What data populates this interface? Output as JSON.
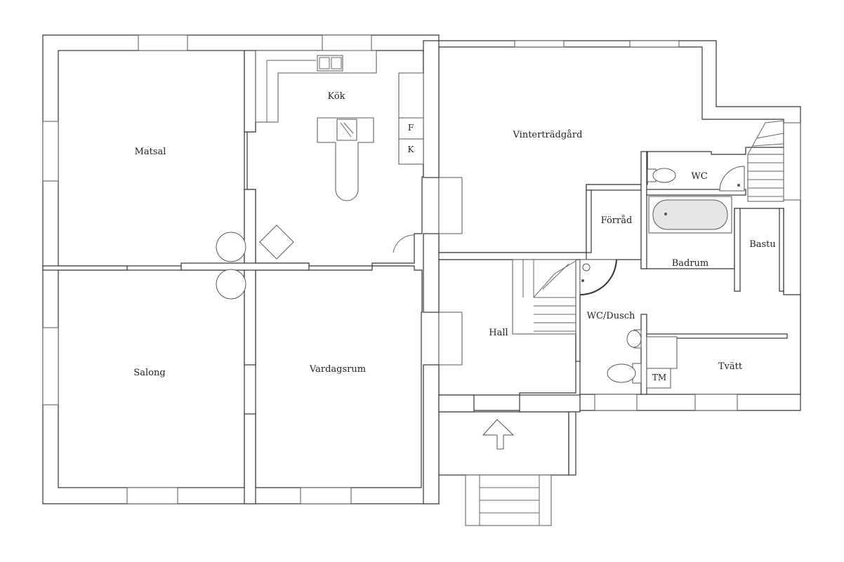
{
  "rooms": {
    "kok": "Kök",
    "matsal": "Matsal",
    "vintertradgard": "Vinterträdgård",
    "wc": "WC",
    "forrad": "Förråd",
    "bastu": "Bastu",
    "badrum": "Badrum",
    "hall": "Hall",
    "wc_dusch": "WC/Dusch",
    "salong": "Salong",
    "vardagsrum": "Vardagsrum",
    "tvatt": "Tvätt"
  },
  "fixtures": {
    "fridge": "F",
    "freezer": "K",
    "washing_machine": "TM"
  },
  "colors": {
    "wall_stroke": "#333333",
    "fixture_fill": "#e6e6e6"
  }
}
